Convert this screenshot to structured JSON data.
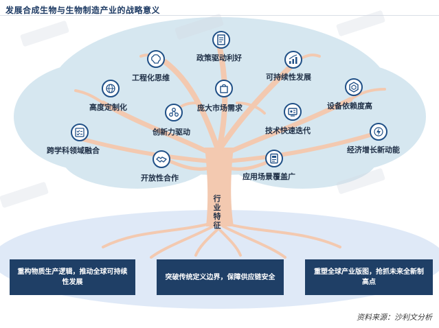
{
  "title": "发展合成生物与生物制造产业的战略意义",
  "trunk_label": "行业特征",
  "nodes": {
    "policy": "政策驱动利好",
    "engineering": "工程化思维",
    "sustainable": "可持续性发展",
    "customization": "高度定制化",
    "market": "庞大市场需求",
    "equipment": "设备依赖度高",
    "innovation": "创新力驱动",
    "tech": "技术快速迭代",
    "growth": "经济增长新动能",
    "cross": "跨学科领域融合",
    "open": "开放性合作",
    "application": "应用场景覆盖广"
  },
  "boxes": [
    "重构物质生产逻辑，推动全球可持续性发展",
    "突破传统定义边界，保障供应链安全",
    "重塑全球产业版图，抢抓未来全新制高点"
  ],
  "source": "资料来源：沙利文分析",
  "colors": {
    "navy": "#1f3f66",
    "tree": "#f3c9b0",
    "foliage": "#cfe3ee",
    "ground": "#dfe9f7"
  }
}
